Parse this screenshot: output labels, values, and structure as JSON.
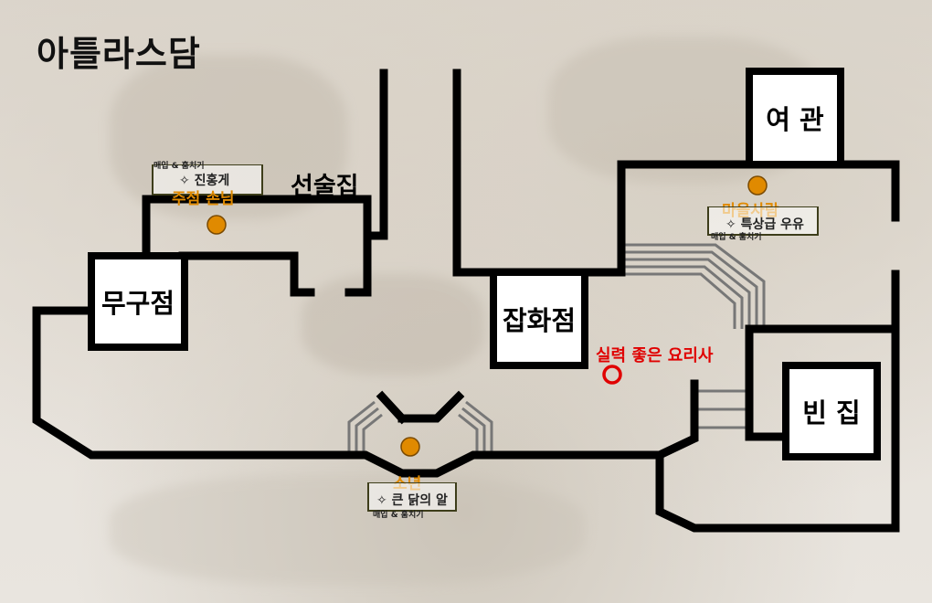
{
  "map": {
    "title": "아틀라스담",
    "buildings": {
      "weapon_shop": "무구점",
      "general_store": "잡화점",
      "inn": "여 관",
      "empty_house": "빈 집",
      "fortune_teller": "선술집"
    },
    "npcs": {
      "tavern_guest": {
        "name": "주점 손님",
        "item": "✧ 진홍게",
        "actions": "매입 & 훔치기"
      },
      "villager": {
        "name": "마을사람",
        "item": "✧ 특상급 우유",
        "actions": "매입 & 훔치기"
      },
      "boy": {
        "name": "소년",
        "item": "✧ 큰 닭의 알",
        "actions": "매입 & 훔치기"
      }
    },
    "cook": {
      "label": "실력 좋은 요리사"
    },
    "colors": {
      "walls": "#000000",
      "npc_marker": "#e08a00",
      "npc_name": "#e08a00",
      "cook_marker": "#e00000",
      "bridge": "#777777"
    }
  }
}
